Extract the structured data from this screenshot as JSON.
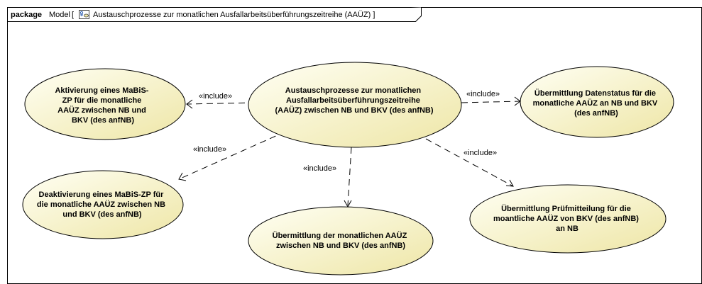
{
  "frame": {
    "keyword": "package",
    "name": "Model",
    "bracket_open": "[",
    "diagram_title": "Austauschprozesse zur monatlichen Ausfallarbeitsüberführungszeitreihe (AAÜZ)",
    "bracket_close": "]",
    "diagram_icon": "use-case-diagram-icon"
  },
  "colors": {
    "ellipse_fill_light": "#fffff4",
    "ellipse_fill_dark": "#eee6a6",
    "stroke": "#000000"
  },
  "include_label": "«include»",
  "use_cases": {
    "center": [
      "Austauschprozesse zur monatlichen",
      "Ausfallarbeitsüberführungszeitreihe",
      "(AAÜZ) zwischen NB und BKV (des anfNB)"
    ],
    "activation": [
      "Aktivierung eines MaBiS-",
      "ZP für die monatliche",
      "AAÜZ zwischen NB und",
      "BKV (des anfNB)"
    ],
    "datenstatus": [
      "Übermittlung Datenstatus für die",
      "monatliche AAÜZ an NB und BKV",
      "(des anfNB)"
    ],
    "deactivation": [
      "Deaktivierung eines MaBiS-ZP für",
      "die monatliche AAÜZ zwischen NB",
      "und BKV (des anfNB)"
    ],
    "transmission": [
      "Übermittlung der monatlichen AAÜZ",
      "zwischen NB und BKV (des anfNB)"
    ],
    "pruefmitteilung": [
      "Übermittlung Prüfmitteilung für die",
      "moantliche AAÜZ von BKV (des anfNB)",
      "an NB"
    ]
  }
}
